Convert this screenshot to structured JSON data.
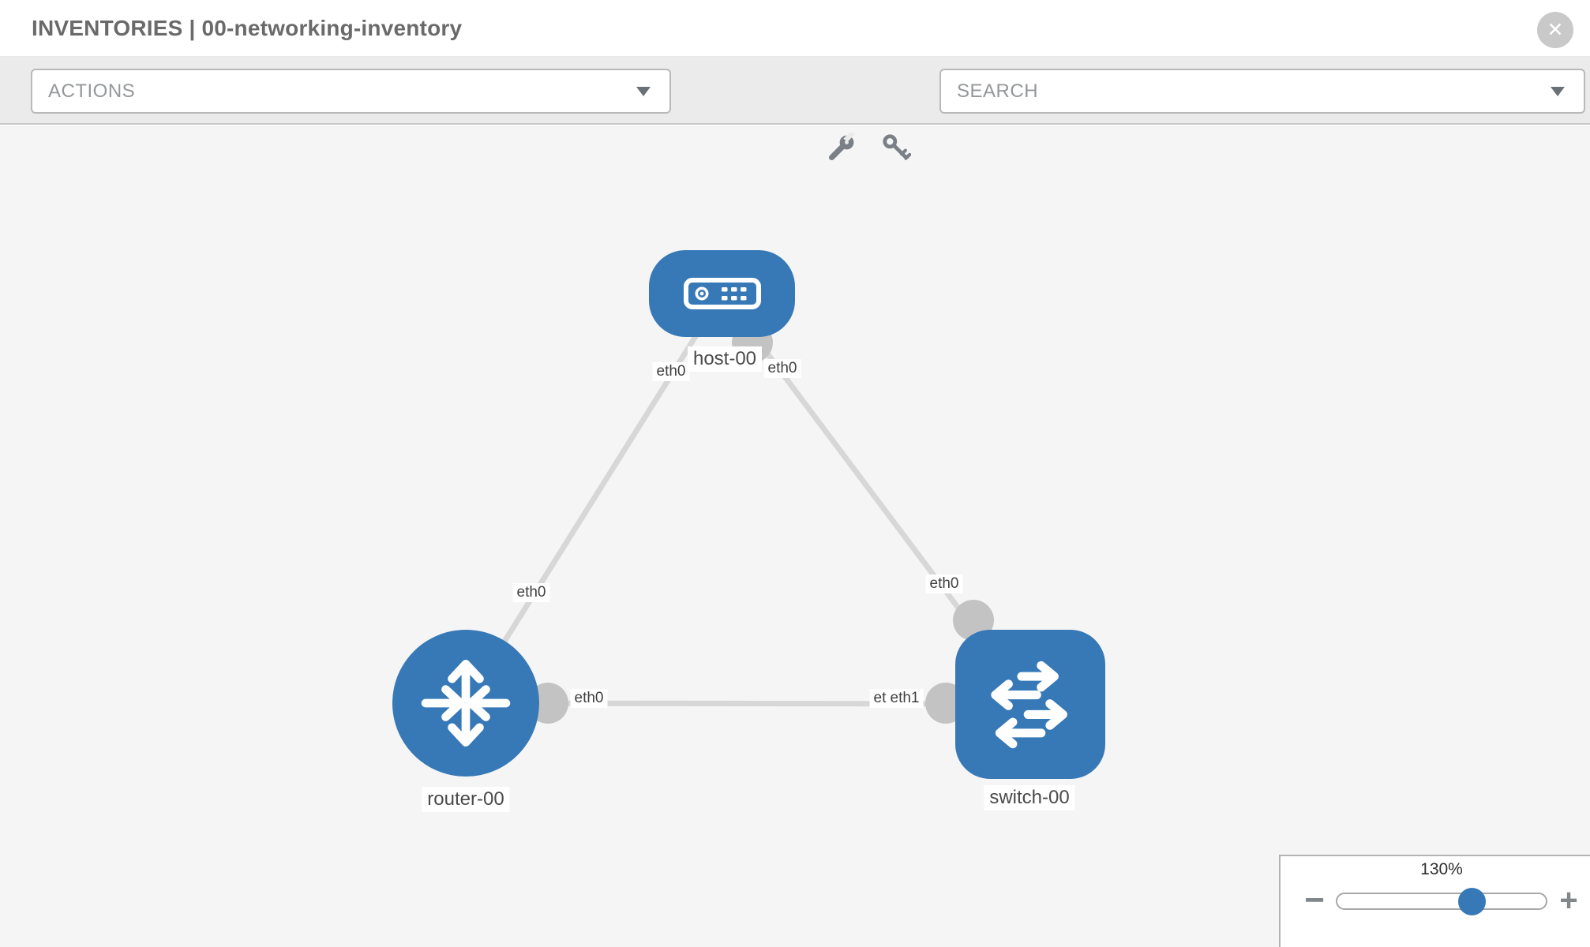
{
  "header": {
    "title": "INVENTORIES | 00-networking-inventory"
  },
  "icons": {
    "close_glyph": "✕",
    "close": "close-icon",
    "wrench": "wrench-icon",
    "key": "key-icon",
    "dropdown_caret": "chevron-down-icon"
  },
  "toolbar": {
    "actions_label": "ACTIONS",
    "search_label": "SEARCH"
  },
  "topology": {
    "nodes": [
      {
        "name": "host-00",
        "type": "host"
      },
      {
        "name": "router-00",
        "type": "router"
      },
      {
        "name": "switch-00",
        "type": "switch"
      }
    ],
    "links": [
      {
        "from": "host-00",
        "to": "router-00"
      },
      {
        "from": "host-00",
        "to": "switch-00"
      },
      {
        "from": "router-00",
        "to": "switch-00"
      }
    ],
    "interfaces": [
      {
        "label": "eth0",
        "location": "host-00 side of link to router-00"
      },
      {
        "label": "eth0",
        "location": "host-00 side of link to switch-00"
      },
      {
        "label": "eth0",
        "location": "router-00 side of link to host-00"
      },
      {
        "label": "eth0",
        "location": "switch-00 side of link to host-00"
      },
      {
        "label": "eth0",
        "location": "router-00 side of link to switch-00"
      },
      {
        "label": "eth0",
        "location": "switch-00 side of link to router-00 (underneath)"
      },
      {
        "label": "eth1",
        "location": "switch-00 side of link to router-00"
      }
    ]
  },
  "zoom_control": {
    "level": "130%",
    "minus_label": "−",
    "plus_label": "+"
  },
  "colors": {
    "node_blue": "#3778b7",
    "link_gray": "#d7d7d7",
    "connector_gray": "#c3c3c3",
    "toolbar_gray": "#ebebeb",
    "canvas_gray": "#f5f5f5"
  }
}
